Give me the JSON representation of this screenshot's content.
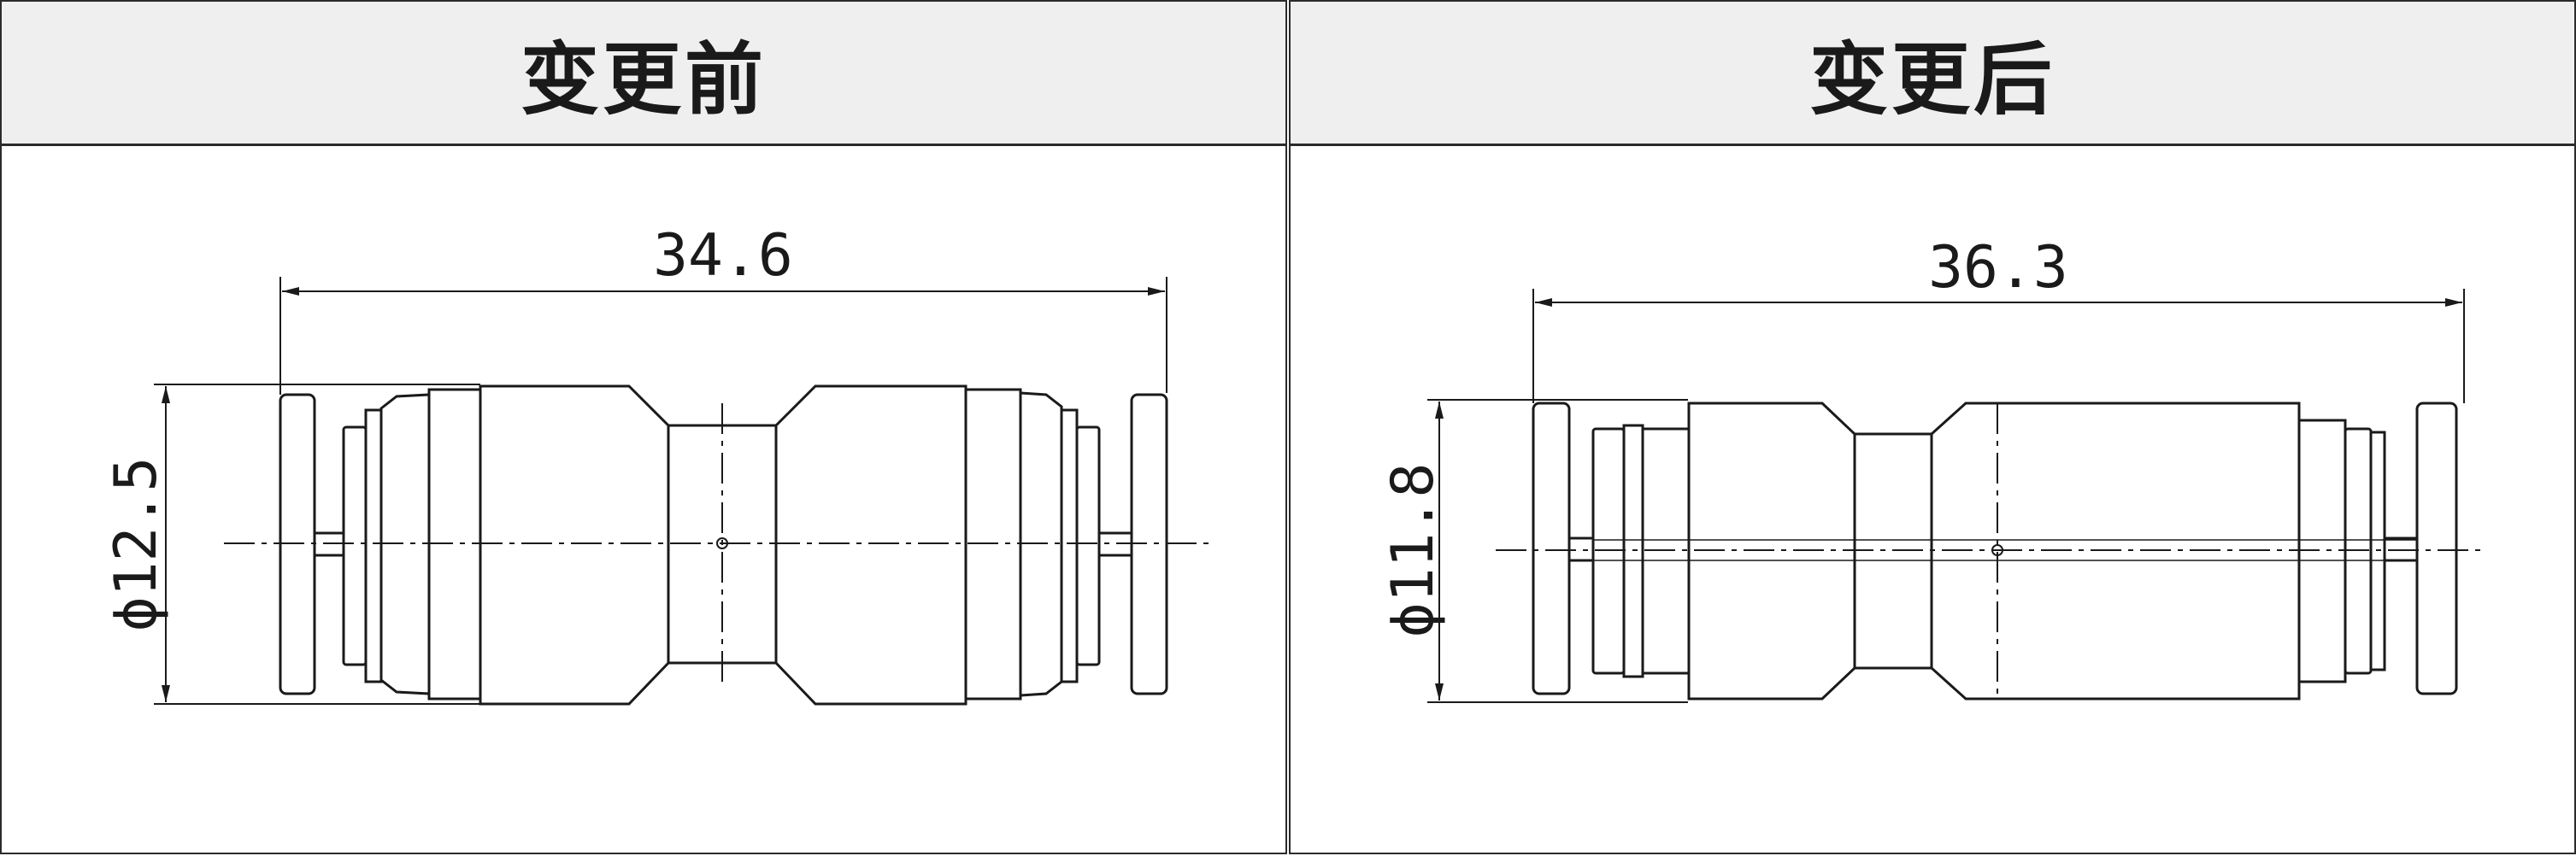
{
  "panels": [
    {
      "title": "变更前",
      "length_dimension": "34.6",
      "diameter_dimension": "ϕ12.5"
    },
    {
      "title": "变更后",
      "length_dimension": "36.3",
      "diameter_dimension": "ϕ11.8"
    }
  ],
  "colors": {
    "line": "#1a1a1a",
    "header_background": "#efefef",
    "border": "#2b2b2b"
  }
}
